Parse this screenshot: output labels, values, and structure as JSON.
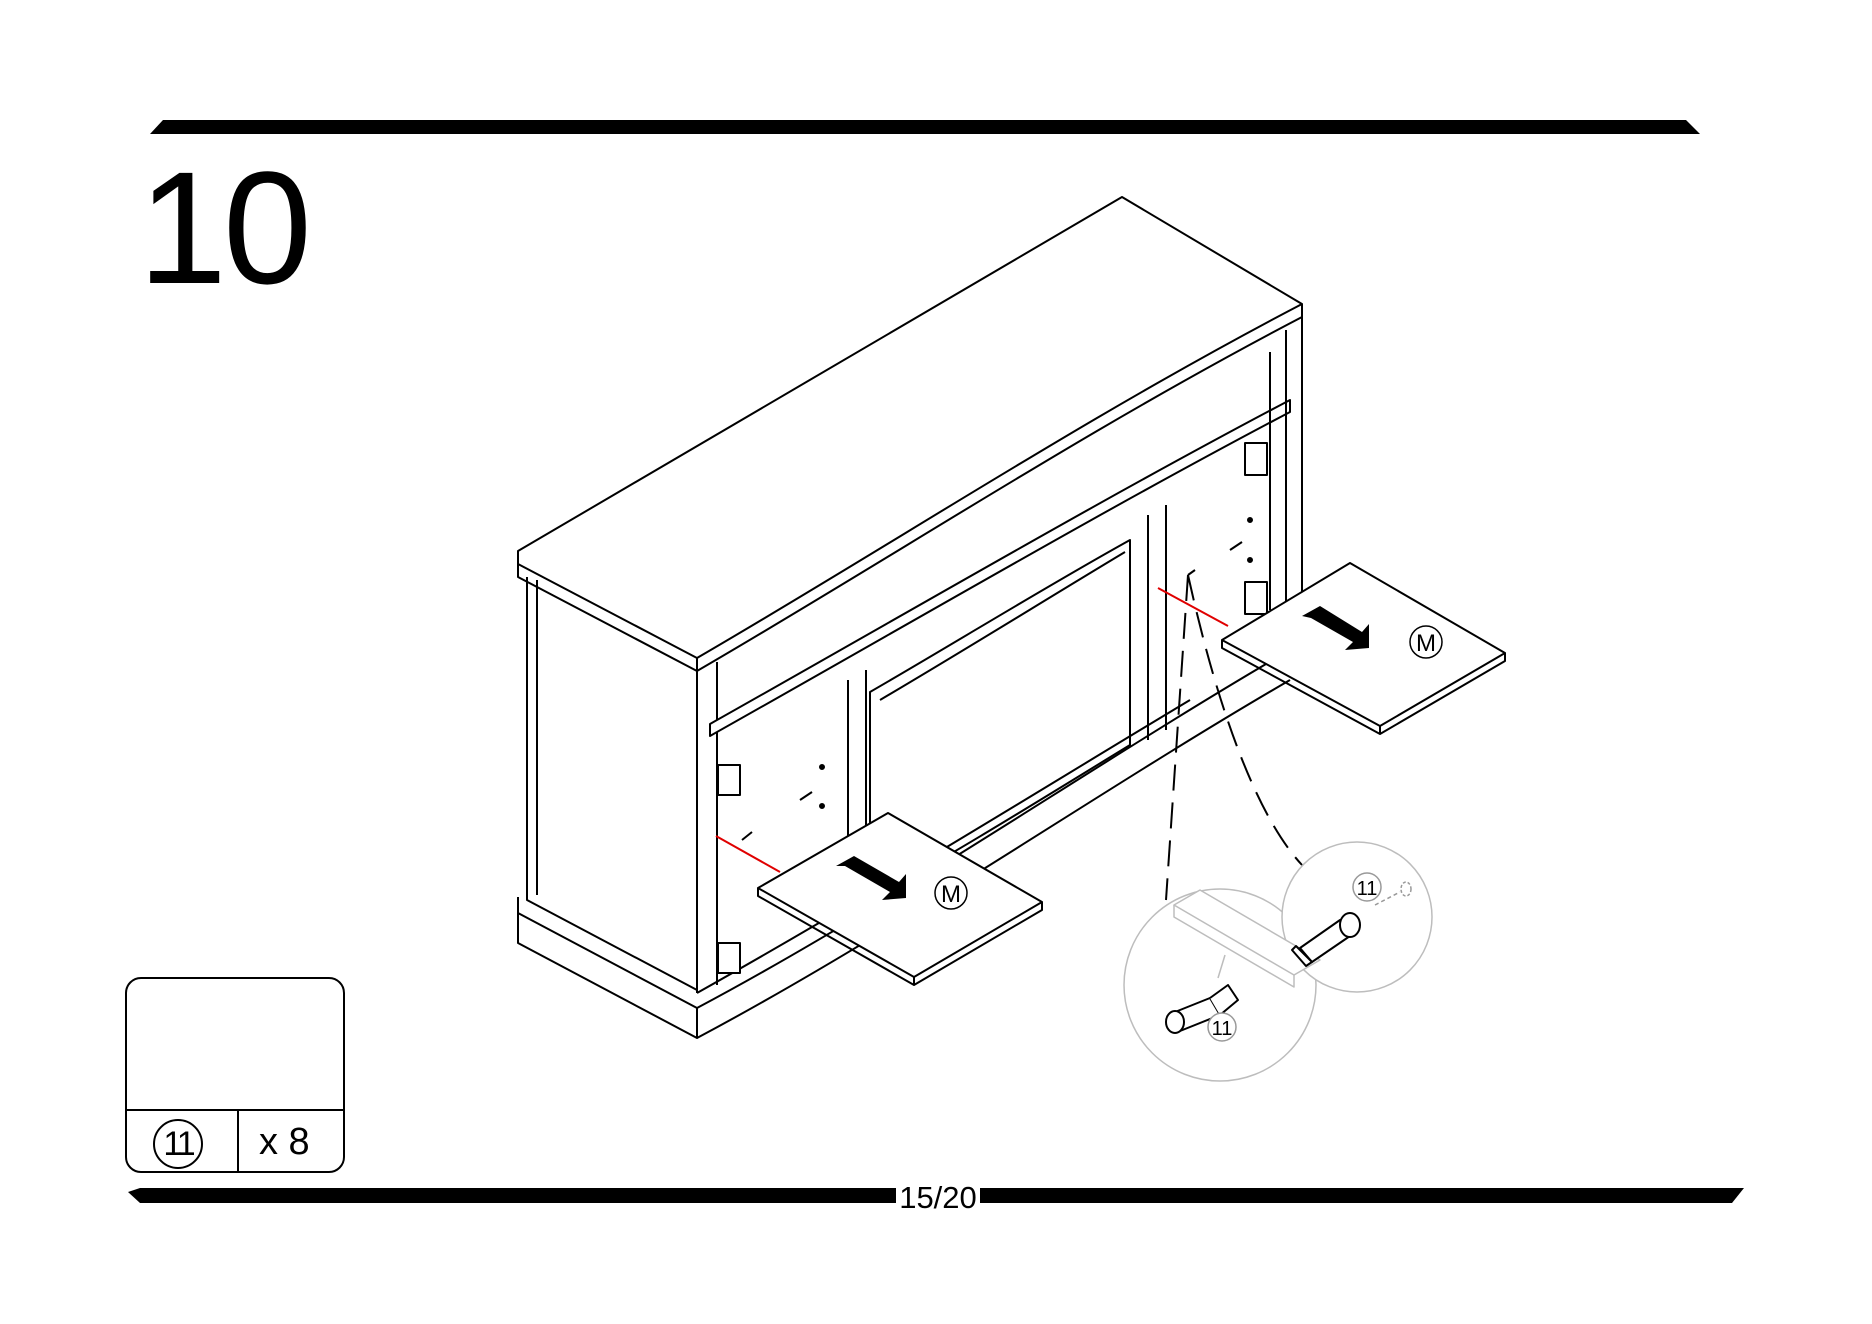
{
  "step": {
    "number": "10"
  },
  "footer": {
    "page_number": "15/20"
  },
  "parts": [
    {
      "id": "11",
      "quantity": "x 8"
    }
  ],
  "labels": {
    "panel": "M",
    "part_callout": "11"
  },
  "colors": {
    "line": "#000000",
    "alignment_line": "#e00000",
    "detail_circle": "#bdbdbd"
  },
  "icons": {
    "arrow": "push-arrow-icon",
    "shelf_pin": "shelf-pin-icon"
  }
}
